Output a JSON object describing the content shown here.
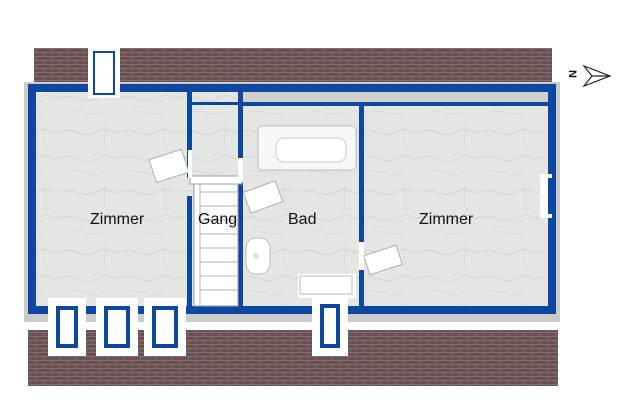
{
  "floorplan": {
    "rooms": [
      {
        "id": "zimmer-left",
        "label": "Zimmer"
      },
      {
        "id": "gang",
        "label": "Gang"
      },
      {
        "id": "bad",
        "label": "Bad"
      },
      {
        "id": "zimmer-right",
        "label": "Zimmer"
      }
    ],
    "compass_label": "N",
    "colors": {
      "wall": "#0d47a1",
      "brick": "#6d5454",
      "floor": "#e3e5e2",
      "window_frame": "#ffffff"
    }
  }
}
